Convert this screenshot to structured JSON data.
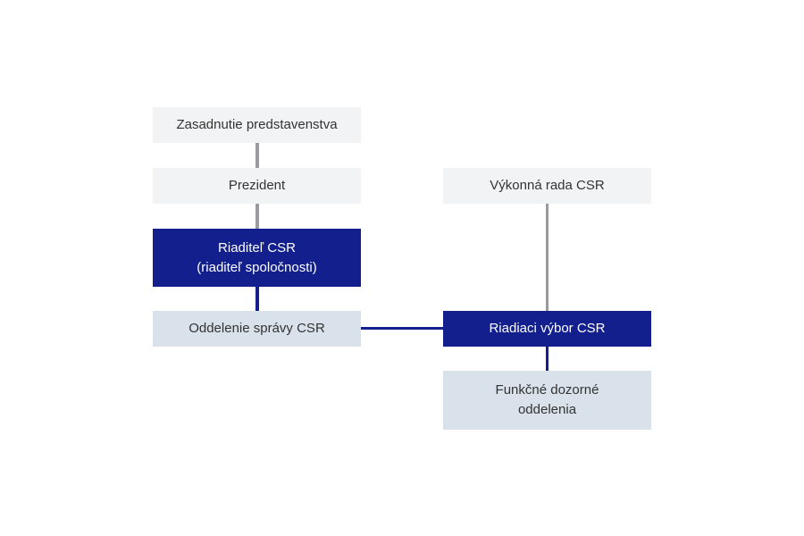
{
  "nodes": {
    "board": {
      "label": "Zasadnutie predstavenstva"
    },
    "president": {
      "label": "Prezident"
    },
    "csr_director": {
      "line1": "Riaditeľ CSR",
      "line2": "(riaditeľ spoločnosti)"
    },
    "csr_admin": {
      "label": "Oddelenie správy CSR"
    },
    "exec_council": {
      "label": "Výkonná rada CSR"
    },
    "steering_committee": {
      "label": "Riadiaci výbor CSR"
    },
    "supervisory": {
      "line1": "Funkčné dozorné",
      "line2": "oddelenia"
    }
  },
  "colors": {
    "dark_box": "#121f8c",
    "light_box": "#f2f3f4",
    "blue_light_box": "#d9e2ea",
    "gray_connector": "#9a9aa1",
    "navy_connector": "#121f8c"
  }
}
